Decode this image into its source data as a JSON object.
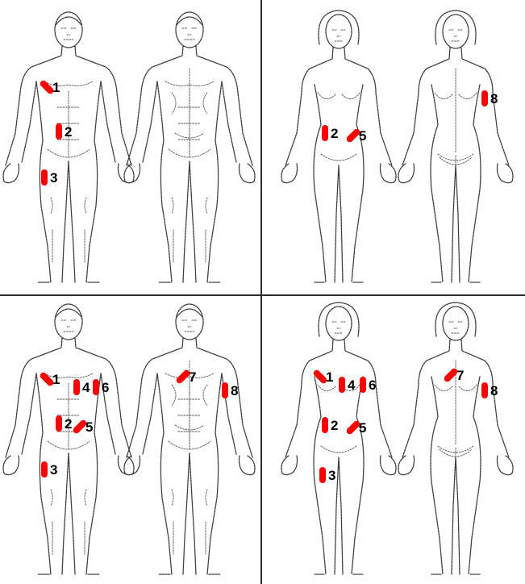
{
  "colors": {
    "marker": "#ff0000",
    "outline": "#3a3a3a",
    "background": "#ffffff",
    "divider": "#2a2a2a"
  },
  "panels": [
    {
      "id": "male-top",
      "sex": "male",
      "sites": [
        {
          "label": "1",
          "orientation": "diagonal-back",
          "view": "front"
        },
        {
          "label": "2",
          "orientation": "vertical",
          "view": "front"
        },
        {
          "label": "3",
          "orientation": "vertical",
          "view": "front"
        }
      ]
    },
    {
      "id": "female-top",
      "sex": "female",
      "sites": [
        {
          "label": "2",
          "orientation": "vertical",
          "view": "front"
        },
        {
          "label": "5",
          "orientation": "diagonal-forward",
          "view": "front"
        },
        {
          "label": "8",
          "orientation": "vertical",
          "view": "back"
        }
      ]
    },
    {
      "id": "male-bottom",
      "sex": "male",
      "sites": [
        {
          "label": "1",
          "orientation": "diagonal-back",
          "view": "front"
        },
        {
          "label": "4",
          "orientation": "vertical",
          "view": "front"
        },
        {
          "label": "6",
          "orientation": "vertical",
          "view": "front"
        },
        {
          "label": "2",
          "orientation": "vertical",
          "view": "front"
        },
        {
          "label": "5",
          "orientation": "diagonal-forward",
          "view": "front"
        },
        {
          "label": "3",
          "orientation": "vertical",
          "view": "front"
        },
        {
          "label": "7",
          "orientation": "diagonal-forward",
          "view": "back"
        },
        {
          "label": "8",
          "orientation": "vertical",
          "view": "back"
        }
      ]
    },
    {
      "id": "female-bottom",
      "sex": "female",
      "sites": [
        {
          "label": "1",
          "orientation": "diagonal-back",
          "view": "front"
        },
        {
          "label": "4",
          "orientation": "vertical",
          "view": "front"
        },
        {
          "label": "6",
          "orientation": "vertical",
          "view": "front"
        },
        {
          "label": "2",
          "orientation": "vertical",
          "view": "front"
        },
        {
          "label": "5",
          "orientation": "diagonal-forward",
          "view": "front"
        },
        {
          "label": "3",
          "orientation": "vertical",
          "view": "front"
        },
        {
          "label": "7",
          "orientation": "diagonal-forward",
          "view": "back"
        },
        {
          "label": "8",
          "orientation": "vertical",
          "view": "back"
        }
      ]
    }
  ]
}
